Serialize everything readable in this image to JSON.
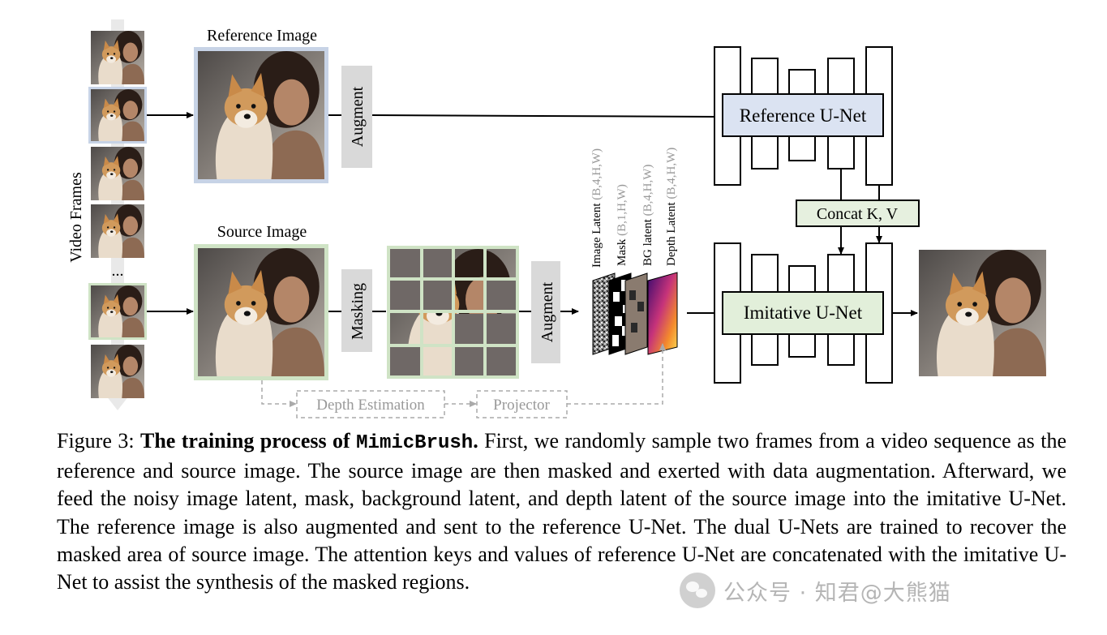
{
  "figure": {
    "video_frames_label": "Video Frames",
    "ellipsis": "...",
    "reference_image_label": "Reference Image",
    "source_image_label": "Source Image",
    "augment_label": "Augment",
    "masking_label": "Masking",
    "reference_unet_label": "Reference U-Net",
    "imitative_unet_label": "Imitative U-Net",
    "concat_label": "Concat K, V",
    "depth_estimation_label": "Depth Estimation",
    "projector_label": "Projector",
    "latents": [
      {
        "name": "Image Latent",
        "shape": "(B,4,H,W)"
      },
      {
        "name": "Mask",
        "shape": "(B,1,H,W)"
      },
      {
        "name": "BG latent",
        "shape": "(B,4,H,W)"
      },
      {
        "name": "Depth Latent",
        "shape": "(B,4,H,W)"
      }
    ],
    "colors": {
      "reference_frame": "#c7d3e6",
      "source_frame": "#cfe3c5",
      "reference_unet_fill": "#dbe3f2",
      "imitative_unet_fill": "#e2efda",
      "concat_fill": "#e6f0df",
      "augment_fill": "#d9d9d9",
      "dashed_gray": "#aaaaaa"
    }
  },
  "caption": {
    "label": "Figure 3:",
    "bold_prefix": "The training process of",
    "method_name": "MimicBrush",
    "bold_suffix": ".",
    "text": " First, we randomly sample two frames from a video sequence as the reference and source image. The source image are then masked and exerted with data augmentation. Afterward, we feed the noisy image latent, mask, background latent, and depth latent of the source image into the imitative U-Net. The reference image is also augmented and sent to the reference U-Net. The dual U-Nets are trained to recover the masked area of source image. The attention keys and values of reference U-Net are concatenated with the imitative U-Net to assist the synthesis of the masked regions."
  },
  "watermark": {
    "text": "公众号 · 知君@大熊猫"
  }
}
